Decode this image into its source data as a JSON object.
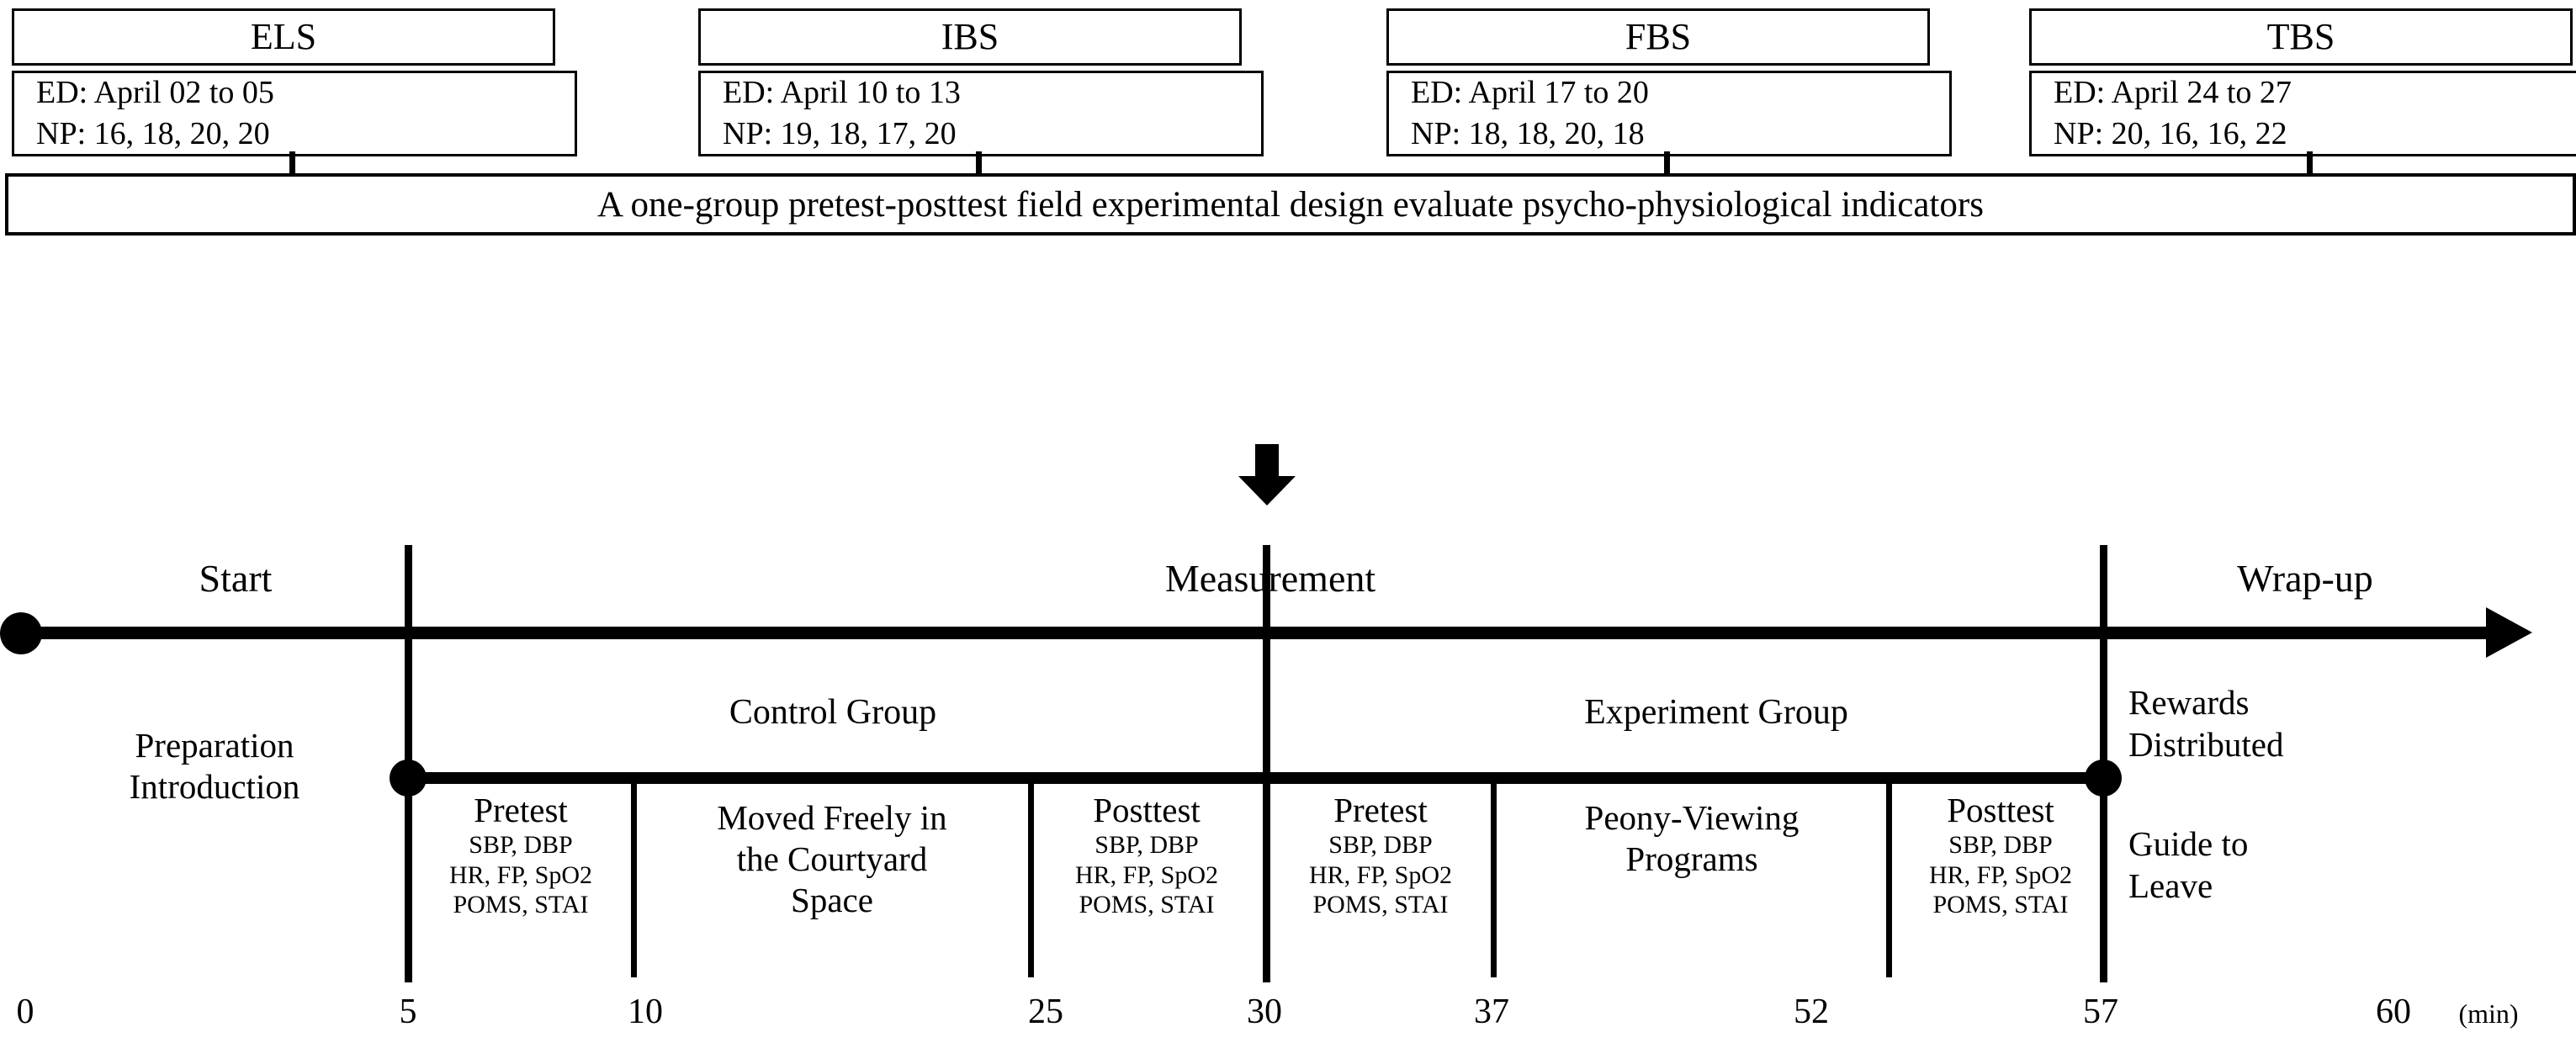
{
  "figure": {
    "type": "experimental-design-timeline",
    "unit_label": "(min)"
  },
  "studies": [
    {
      "code": "ELS",
      "experiment_dates": "ED: April 02 to 05",
      "number_of_participants": "NP: 16, 18, 20, 20"
    },
    {
      "code": "IBS",
      "experiment_dates": "ED: April 10 to 13",
      "number_of_participants": "NP: 19, 18, 17, 20"
    },
    {
      "code": "FBS",
      "experiment_dates": "ED: April 17 to 20",
      "number_of_participants": "NP: 18, 18, 20, 18"
    },
    {
      "code": "TBS",
      "experiment_dates": "ED: April 24 to 27",
      "number_of_participants": "NP: 20, 16, 16, 22"
    }
  ],
  "banner": {
    "text": "A one-group pretest-posttest field experimental design evaluate psycho-physiological indicators"
  },
  "timeline": {
    "phases": {
      "start": "Start",
      "measurement": "Measurement",
      "wrapup": "Wrap-up"
    },
    "groups": {
      "control": "Control Group",
      "experiment": "Experiment Group"
    },
    "preparation": {
      "line1": "Preparation",
      "line2": "Introduction"
    },
    "wrapup_detail": {
      "line1": "Rewards",
      "line2": "Distributed",
      "line3": "Guide to",
      "line4": "Leave"
    },
    "measures": {
      "line1": "SBP, DBP",
      "line2": "HR, FP, SpO2",
      "line3": "POMS, STAI"
    },
    "segments": [
      {
        "name": "control-pretest",
        "caption": "Pretest",
        "start": 5,
        "end": 10
      },
      {
        "name": "control-activity",
        "caption_line1": "Moved Freely in",
        "caption_line2": "the Courtyard",
        "caption_line3": "Space",
        "start": 10,
        "end": 25
      },
      {
        "name": "control-posttest",
        "caption": "Posttest",
        "start": 25,
        "end": 30
      },
      {
        "name": "experiment-pretest",
        "caption": "Pretest",
        "start": 30,
        "end": 37
      },
      {
        "name": "experiment-activity",
        "caption_line1": "Peony-Viewing",
        "caption_line2": "Programs",
        "start": 37,
        "end": 52
      },
      {
        "name": "experiment-posttest",
        "caption": "Posttest",
        "start": 52,
        "end": 57
      }
    ],
    "ticks": [
      "0",
      "5",
      "10",
      "25",
      "30",
      "37",
      "52",
      "57",
      "60"
    ]
  },
  "colors": {
    "ink": "#000000",
    "paper": "#ffffff"
  }
}
